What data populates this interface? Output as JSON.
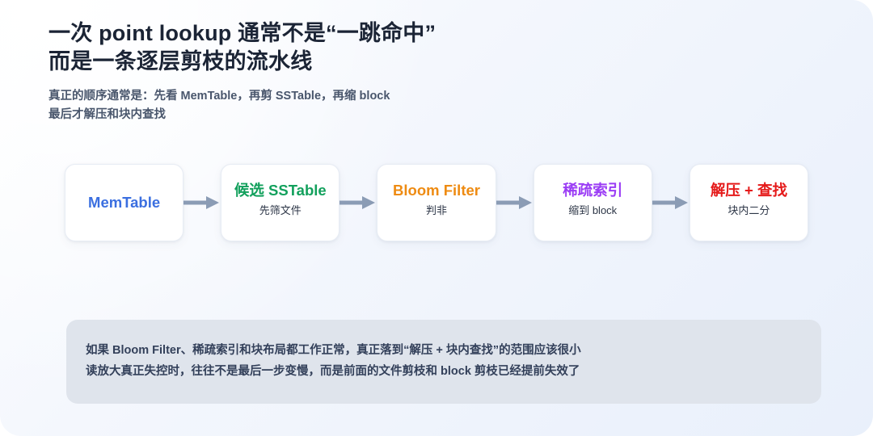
{
  "slide": {
    "background_accent": "#eef3fc",
    "title": "一次 point lookup 通常不是“一跳命中”\n而是一条逐层剪枝的流水线",
    "subtitle": "真正的顺序通常是：先看 MemTable，再剪 SSTable，再缩 block\n最后才解压和块内查找"
  },
  "flow": {
    "arrow_color": "#8b9cb5",
    "nodes": [
      {
        "title": "MemTable",
        "subtitle": "",
        "color": "#3b6fe0"
      },
      {
        "title": "候选 SSTable",
        "subtitle": "先筛文件",
        "color": "#12a05c"
      },
      {
        "title": "Bloom Filter",
        "subtitle": "判非",
        "color": "#ee8b12"
      },
      {
        "title": "稀疏索引",
        "subtitle": "缩到 block",
        "color": "#9b3df5"
      },
      {
        "title": "解压 + 查找",
        "subtitle": "块内二分",
        "color": "#e51a1a"
      }
    ]
  },
  "note": {
    "text": "如果 Bloom Filter、稀疏索引和块布局都工作正常，真正落到“解压 + 块内查找”的范围应该很小\n读放大真正失控时，往往不是最后一步变慢，而是前面的文件剪枝和 block 剪枝已经提前失效了",
    "background": "#dfe4ec"
  }
}
